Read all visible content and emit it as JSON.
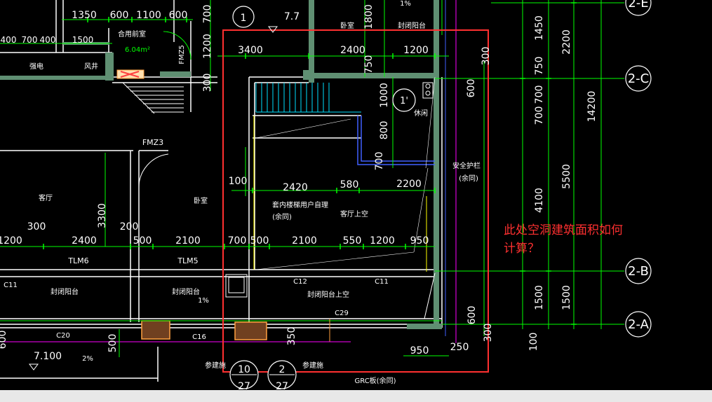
{
  "colors": {
    "background": "#000000",
    "dimension": "#00ff00",
    "text": "#ffffff",
    "wall": "#ffffff",
    "wall_fill": "#5f8f72",
    "axis": "#ffffff",
    "highlight": "#ff3030",
    "annotation": "#ff3030",
    "magenta": "#ff00ff",
    "orange": "#ffa040",
    "yellow": "#ffff00",
    "blue": "#4060ff",
    "cyan": "#00e0ff"
  },
  "annotation": {
    "line1": "此处空洞建筑面积如何",
    "line2": "计算？"
  },
  "axes": {
    "top_right_1": "2-E",
    "top_right_2": "2-C",
    "mid_right": "2-B",
    "bottom_right": "2-A",
    "top_circle": "1",
    "inner_circle": "1'",
    "bottom_1": "10",
    "bottom_1_sub": "27",
    "bottom_2": "2",
    "bottom_2_sub": "27"
  },
  "dims_top": [
    "1350",
    "600",
    "1100",
    "600",
    "700",
    "7.7"
  ],
  "dims_mid_left": [
    "400",
    "700",
    "400",
    "1500"
  ],
  "dims_upper": [
    "3400",
    "2400",
    "1200",
    "300"
  ],
  "dims_vertical_upper": [
    "700",
    "1200",
    "300",
    "1800",
    "750",
    "1000",
    "800",
    "700",
    "600"
  ],
  "dims_right": [
    "1450",
    "2200",
    "750",
    "700",
    "700",
    "14200",
    "5500",
    "4100",
    "1500",
    "1500",
    "600",
    "100",
    "300"
  ],
  "dims_middle": [
    "100",
    "2420",
    "580",
    "2200",
    "3300"
  ],
  "dims_row": [
    "1200",
    "300",
    "2400",
    "200",
    "500",
    "2100",
    "700",
    "500",
    "2100",
    "550",
    "1200",
    "950"
  ],
  "dims_bottom": [
    "600",
    "500",
    "350",
    "950",
    "250"
  ],
  "level_marks": [
    "7.100",
    "2%",
    "1%",
    "1%"
  ],
  "labels": {
    "bedroom_top": "卧室",
    "closed_balcony_top": "封闭阳台",
    "hall_top": "合用前室",
    "area_top": "6.04m²",
    "fm_b": "FMZ5",
    "electric": "强电",
    "shaft": "风井",
    "fm_c": "FMZ3",
    "living_room": "客厅",
    "bedroom": "卧室",
    "indoor_stair": "套内楼梯用户自理",
    "indoor_stair_sub": "(余同)",
    "living_void": "客厅上空",
    "rail": "安全护栏",
    "rail_sub": "(余同)",
    "tlm6": "TLM6",
    "tlm5": "TLM5",
    "c11_left": "C11",
    "c12": "C12",
    "c11_right": "C11",
    "closed_balcony_1": "封闭阳台",
    "closed_balcony_2": "封闭阳台",
    "closed_balcony_void": "封闭阳台上空",
    "c29": "C29",
    "c20": "C20",
    "c16": "C16",
    "ref_1": "参建施",
    "ref_2": "参建施",
    "grc": "GRC板(余同)",
    "small_room": "休闲"
  }
}
